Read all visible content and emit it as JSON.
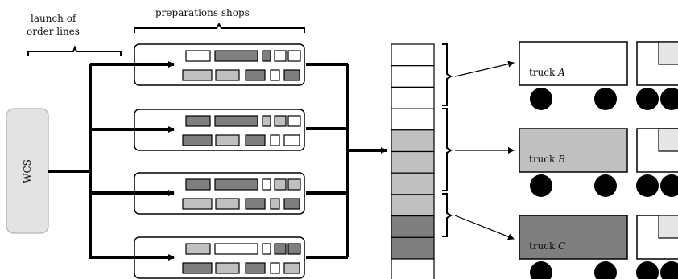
{
  "labels": {
    "launch_line1": "launch of",
    "launch_line2": "order lines",
    "shops": "preparations shops",
    "wcs": "WCS"
  },
  "trucks": [
    {
      "name": "truck",
      "letter": "A",
      "fill": "#ffffff"
    },
    {
      "name": "truck",
      "letter": "B",
      "fill": "#c0c0c0"
    },
    {
      "name": "truck",
      "letter": "C",
      "fill": "#7f7f7f"
    }
  ],
  "colors": {
    "white": "#ffffff",
    "light": "#c0c0c0",
    "dark": "#7f7f7f",
    "wcs_fill": "#e3e3e3",
    "wcs_stroke": "#bdbdbd"
  },
  "queue_cells": [
    "white",
    "white",
    "white",
    "white",
    "light",
    "light",
    "light",
    "light",
    "dark",
    "dark",
    "white"
  ],
  "shops": [
    {
      "row1": [
        "white",
        "dark",
        "dark",
        "white",
        "white"
      ],
      "row2": [
        "light",
        "light",
        "dark",
        "white",
        "dark"
      ]
    },
    {
      "row1": [
        "dark",
        "dark",
        "light",
        "light",
        "white"
      ],
      "row2": [
        "dark",
        "light",
        "dark",
        "white",
        "white"
      ]
    },
    {
      "row1": [
        "dark",
        "dark",
        "white",
        "light",
        "light"
      ],
      "row2": [
        "light",
        "light",
        "dark",
        "light",
        "dark"
      ]
    },
    {
      "row1": [
        "light",
        "white",
        "white",
        "dark",
        "dark"
      ],
      "row2": [
        "dark",
        "light",
        "dark",
        "white",
        "light"
      ]
    }
  ]
}
